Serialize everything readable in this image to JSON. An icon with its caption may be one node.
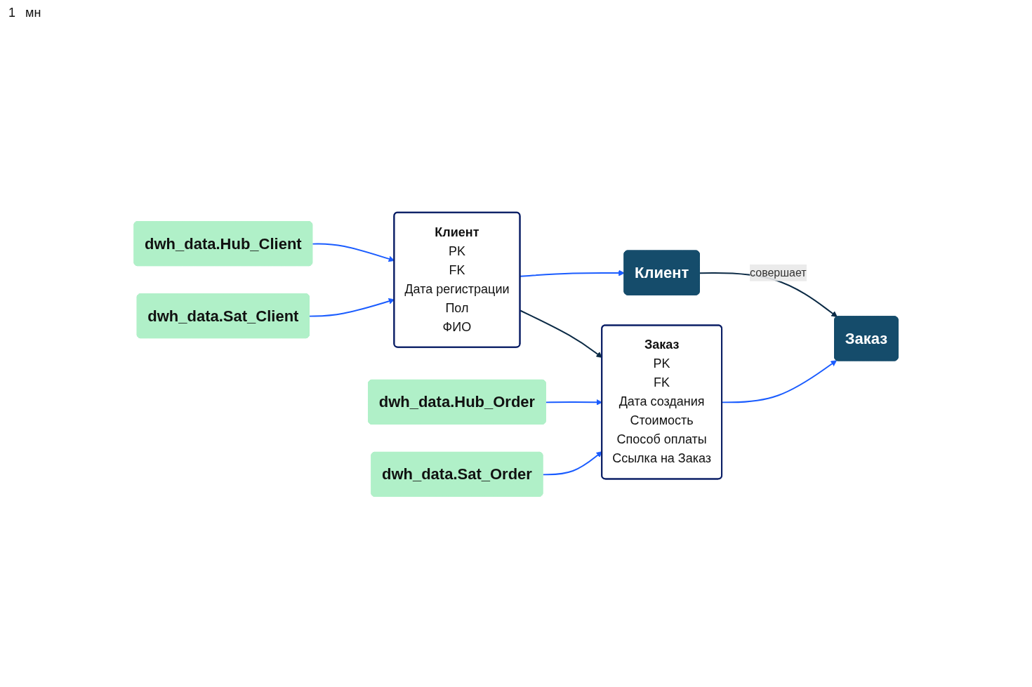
{
  "diagram": {
    "nodes": [
      {
        "text": [
          "Клиент"
        ]
      },
      {
        "text": [
          "Заказ"
        ]
      },
      {
        "text": [
          "Клиент",
          "PK",
          "FK",
          "Дата регистрации",
          "Пол",
          "ФИО"
        ]
      },
      {
        "text": [
          "Заказ",
          "PK",
          "FK",
          "Дата создания",
          "Стоимость",
          "Способ оплаты",
          "Ссылка на Заказ"
        ]
      },
      {
        "text": [
          "dwh_data.Hub_Client"
        ]
      },
      {
        "text": [
          "dwh_data.Sat_Order"
        ]
      },
      {
        "text": [
          "dwh_data.Sat_Client"
        ]
      },
      {
        "text": [
          "dwh_data.Hub_Order"
        ]
      }
    ],
    "edges": [
      {
        "from": 0,
        "to": 1,
        "arrow": "to",
        "label": "совершает",
        "color": "#0b2a45"
      },
      {
        "from": 2,
        "to": 3,
        "arrow": "to",
        "color": "#0b2a45"
      },
      {
        "from": 2,
        "to": 0,
        "arrow": "to"
      },
      {
        "from": 4,
        "to": 2,
        "arrow": "to"
      },
      {
        "from": 6,
        "to": 2,
        "arrow": "to"
      },
      {
        "from": 7,
        "to": 3,
        "arrow": "to"
      },
      {
        "from": 3,
        "to": 1,
        "arrow": "to"
      },
      {
        "from": 5,
        "to": 3,
        "arrow": "to"
      }
    ],
    "labels": [
      "1",
      "мн"
    ]
  }
}
